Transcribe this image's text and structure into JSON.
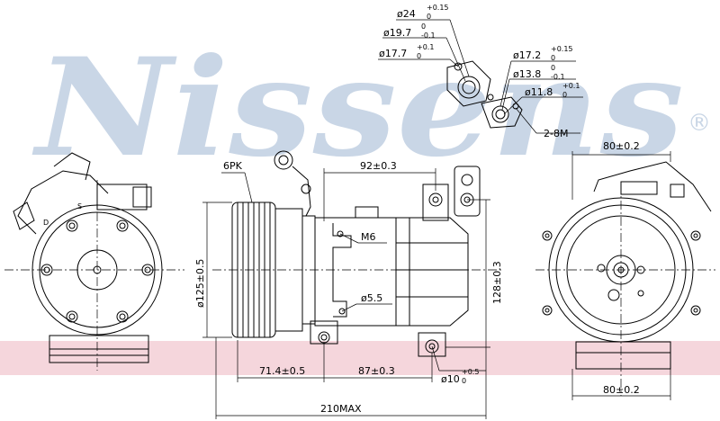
{
  "watermark": {
    "text": "Nissens",
    "registered": "®"
  },
  "dimensions": {
    "belt": "6PK",
    "d24": {
      "base": "ø24",
      "sup": "+0.15",
      "sub": "0"
    },
    "d19_7": {
      "base": "ø19.7",
      "sup": "0",
      "sub": "-0.1"
    },
    "d17_7": {
      "base": "ø17.7",
      "sup": "+0.1",
      "sub": "0"
    },
    "d17_2": {
      "base": "ø17.2",
      "sup": "+0.15",
      "sub": "0"
    },
    "d13_8": {
      "base": "ø13.8",
      "sup": "0",
      "sub": "-0.1"
    },
    "d11_8": {
      "base": "ø11.8",
      "sup": "+0.1",
      "sub": "0"
    },
    "thread2": "2-8M",
    "w92": "92±0.3",
    "m6": "M6",
    "d125": "ø125±0.5",
    "d5_5": "ø5.5",
    "h128": "128±0.3",
    "w71": "71.4±0.5",
    "w87": "87±0.3",
    "d10": {
      "base": "ø10",
      "sup": "+0.5",
      "sub": "0"
    },
    "max210": "210MAX",
    "w80top": "80±0.2",
    "w80bottom": "80±0.2"
  },
  "colors": {
    "watermark": "#c9d6e6",
    "band": "#f3cfd6"
  }
}
